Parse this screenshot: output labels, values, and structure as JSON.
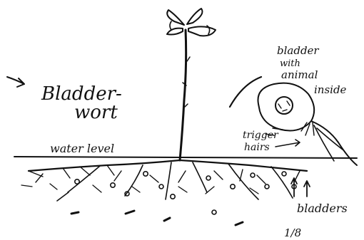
{
  "title": {
    "line1": "Bladder-",
    "line2": "wort"
  },
  "labels": {
    "water_level": "water level",
    "bladder_with_animal": [
      "bladder",
      "with",
      "animal",
      "inside"
    ],
    "trigger_hairs": [
      "trigger",
      "hairs"
    ],
    "bladders": "bladders",
    "fraction": "1/8"
  },
  "colors": {
    "ink": "#111111",
    "paper": "#ffffff"
  }
}
